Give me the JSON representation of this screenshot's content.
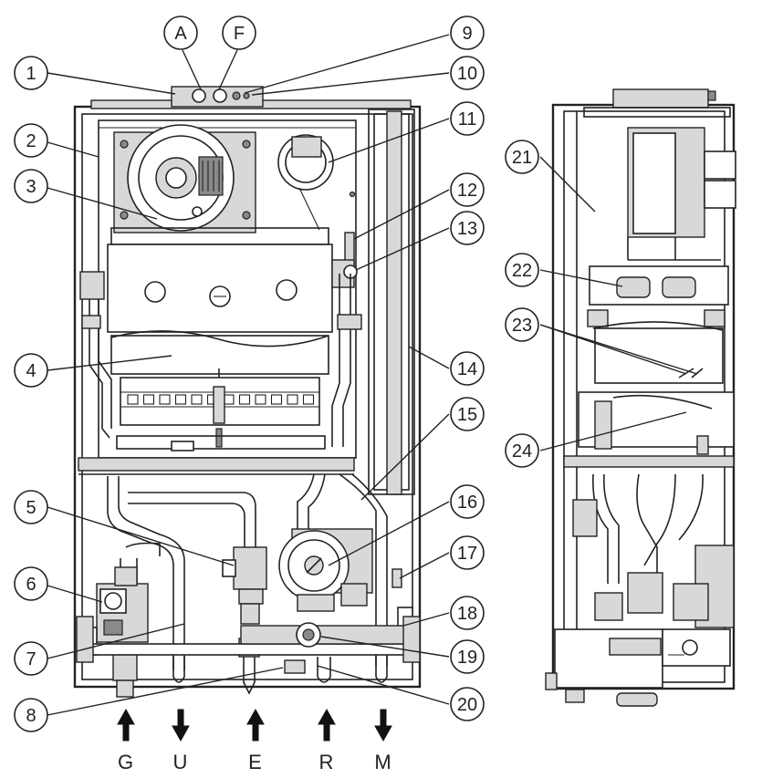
{
  "callouts": {
    "c1": "1",
    "c2": "2",
    "c3": "3",
    "c4": "4",
    "c5": "5",
    "c6": "6",
    "c7": "7",
    "c8": "8",
    "c9": "9",
    "c10": "10",
    "c11": "11",
    "c12": "12",
    "c13": "13",
    "c14": "14",
    "c15": "15",
    "c16": "16",
    "c17": "17",
    "c18": "18",
    "c19": "19",
    "c20": "20",
    "c21": "21",
    "c22": "22",
    "c23": "23",
    "c24": "24",
    "cA": "A",
    "cF": "F"
  },
  "connections": {
    "g": "G",
    "u": "U",
    "e": "E",
    "r": "R",
    "m": "M"
  }
}
